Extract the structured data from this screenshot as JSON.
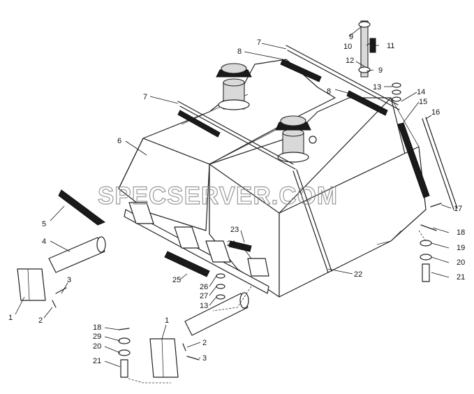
{
  "watermark": "SPECSERVER.COM",
  "callouts": [
    "1",
    "2",
    "3",
    "4",
    "5",
    "6",
    "7",
    "8",
    "9",
    "10",
    "11",
    "12",
    "13",
    "14",
    "15",
    "16",
    "17",
    "18",
    "19",
    "20",
    "21",
    "22",
    "23",
    "24",
    "25",
    "26",
    "27",
    "29"
  ],
  "icons": {
    "assembly": "fuel-tank-assembly-drawing"
  }
}
